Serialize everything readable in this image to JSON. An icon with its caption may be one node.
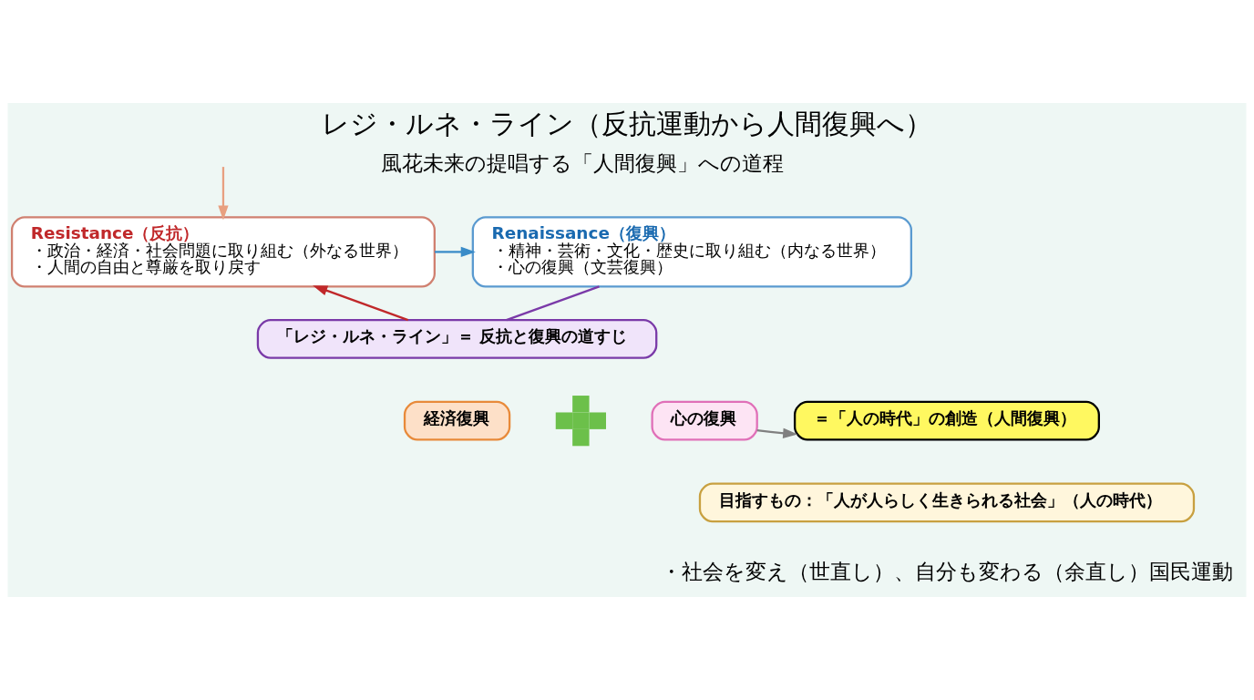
{
  "diagram": {
    "title": "レジ・ルネ・ライン（反抗運動から人間復興へ）",
    "nodes": [
      {
        "text": [
          "Resistance（反抗）",
          "・政治・経済・社会問題に取り組む（外なる世界）",
          "・人間の自由と尊厳を取り戻す"
        ]
      },
      {
        "text": [
          "Renaissance（復興）",
          "・精神・芸術・文化・歴史に取り組む（内なる世界）",
          "・心の復興（文芸復興）"
        ]
      },
      {
        "text": [
          "「レジ・ルネ・ライン」＝ 反抗と復興の道すじ"
        ]
      },
      {
        "text": [
          "経済復興"
        ]
      },
      {
        "text": [],
        "shape": "plus"
      },
      {
        "text": [
          "心の復興"
        ]
      },
      {
        "text": [
          "＝「人の時代」の創造（人間復興）"
        ]
      },
      {
        "text": [
          "目指すもの：「人が人らしく生きられる社会」（人の時代）"
        ]
      }
    ],
    "edges": [
      {
        "from": null,
        "to": 0,
        "arrow": "to",
        "color": "#e8a080"
      },
      {
        "from": 0,
        "to": 1,
        "arrow": "to",
        "color": "#3a8cc8"
      },
      {
        "from": 1,
        "to": 2,
        "arrow": "none",
        "color": "#7a3aa8"
      },
      {
        "from": 2,
        "to": 0,
        "arrow": "to",
        "color": "#c0282a"
      },
      {
        "from": 5,
        "to": 6,
        "arrow": "to",
        "color": "#808080"
      }
    ],
    "labels": [
      "風花未来の提唱する「人間復興」への道程",
      "・社会を変え（世直し）、自分も変わる（余直し）国民運動"
    ]
  }
}
